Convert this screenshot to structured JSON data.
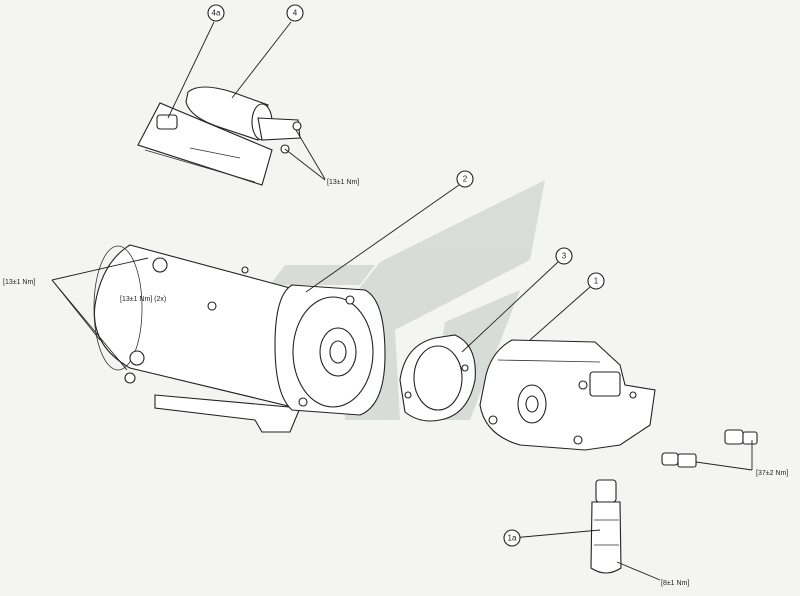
{
  "callouts": {
    "c4a": "4a",
    "c4": "4",
    "c2": "2",
    "c3": "3",
    "c1": "1",
    "c1a": "1a"
  },
  "torques": {
    "solenoid": "[13±1 Nm]",
    "motor_left": "[13±1 Nm]",
    "motor_mid": "[13±1 Nm] (2x)",
    "fitting": "[37±2 Nm]",
    "valve": "[8±1 Nm]"
  },
  "colors": {
    "background": "#f4f4f2",
    "ink": "#222222",
    "watermark": "#d2d8d5"
  }
}
